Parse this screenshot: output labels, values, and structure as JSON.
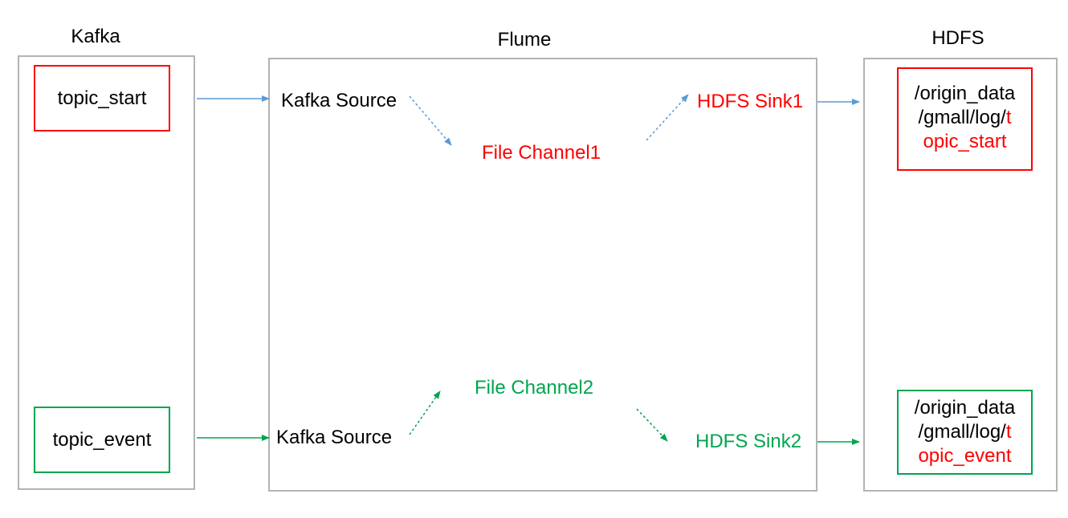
{
  "colors": {
    "red": "#ff0000",
    "green": "#00a550",
    "blue": "#5b9bd5",
    "panel_border": "#b3b3b3"
  },
  "kafka": {
    "title": "Kafka",
    "topic_start": "topic_start",
    "topic_event": "topic_event"
  },
  "flume": {
    "title": "Flume",
    "source1": "Kafka Source",
    "channel1": "File Channel1",
    "sink1": "HDFS Sink1",
    "source2": "Kafka Source",
    "channel2": "File Channel2",
    "sink2": "HDFS Sink2"
  },
  "hdfs": {
    "title": "HDFS",
    "path_start": {
      "line1": "/origin_data",
      "line2_black": "/gmall/log/",
      "line2_red": "t",
      "line3": "opic_start"
    },
    "path_event": {
      "line1": "/origin_data",
      "line2_black": "/gmall/log/",
      "line2_red": "t",
      "line3": "opic_event"
    }
  }
}
